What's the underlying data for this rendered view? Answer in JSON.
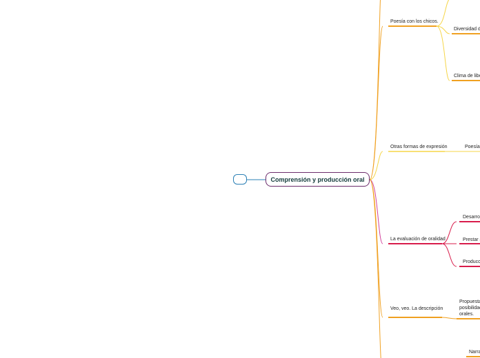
{
  "map": {
    "central": "Comprensión y producción oral",
    "branches": [
      {
        "label": "Poesía con los chicos."
      },
      {
        "label": "Otras formas de expresión"
      },
      {
        "label": "La evaluación de oralidad"
      },
      {
        "label": "Veo, veo. La descripción"
      }
    ],
    "subtopics": [
      {
        "label": "Diversidad de"
      },
      {
        "label": "Clima de liber"
      },
      {
        "label": "Poesía y"
      },
      {
        "label": "Desarroll"
      },
      {
        "label": "Prestar a"
      },
      {
        "label": "Producció"
      },
      {
        "label": "Propuestas posibilidad orales."
      },
      {
        "label": "Narra"
      }
    ]
  },
  "colors": {
    "central_border": "#6b2b6b",
    "left_node_border": "#2a7fb5",
    "orange": "#f0a020",
    "yellow": "#f5d547",
    "red": "#d81b4a",
    "magenta": "#d0409a"
  }
}
